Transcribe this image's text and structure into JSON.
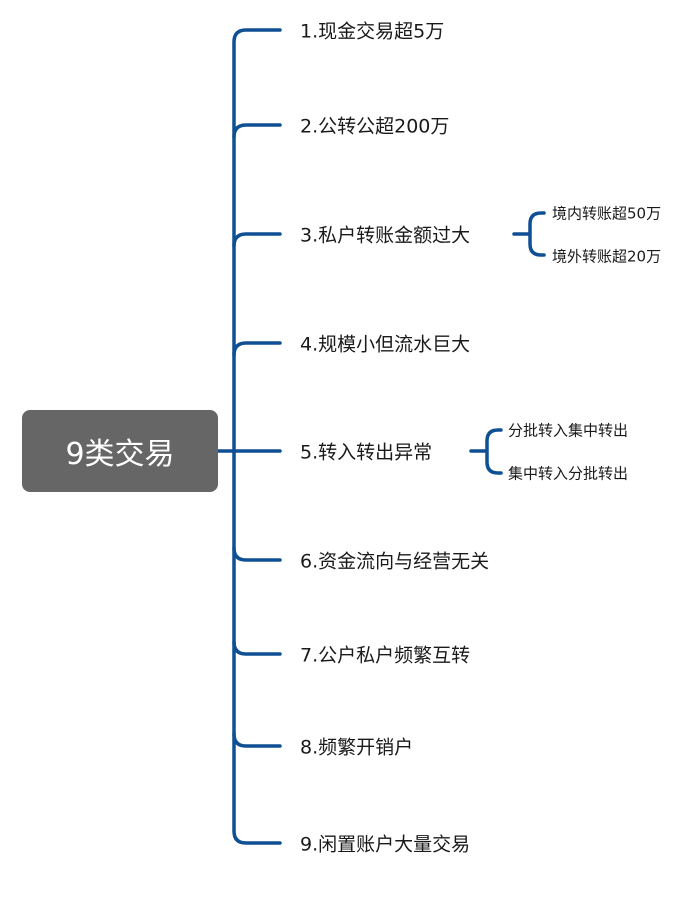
{
  "root": {
    "label": "9类交易"
  },
  "colors": {
    "line": "#0f4f93",
    "root_bg": "#666666"
  },
  "items": [
    {
      "label": "1.现金交易超5万"
    },
    {
      "label": "2.公转公超200万"
    },
    {
      "label": "3.私户转账金额过大",
      "children": [
        "境内转账超50万",
        "境外转账超20万"
      ]
    },
    {
      "label": "4.规模小但流水巨大"
    },
    {
      "label": "5.转入转出异常",
      "children": [
        "分批转入集中转出",
        "集中转入分批转出"
      ]
    },
    {
      "label": "6.资金流向与经营无关"
    },
    {
      "label": "7.公户私户频繁互转"
    },
    {
      "label": "8.频繁开销户"
    },
    {
      "label": "9.闲置账户大量交易"
    }
  ]
}
